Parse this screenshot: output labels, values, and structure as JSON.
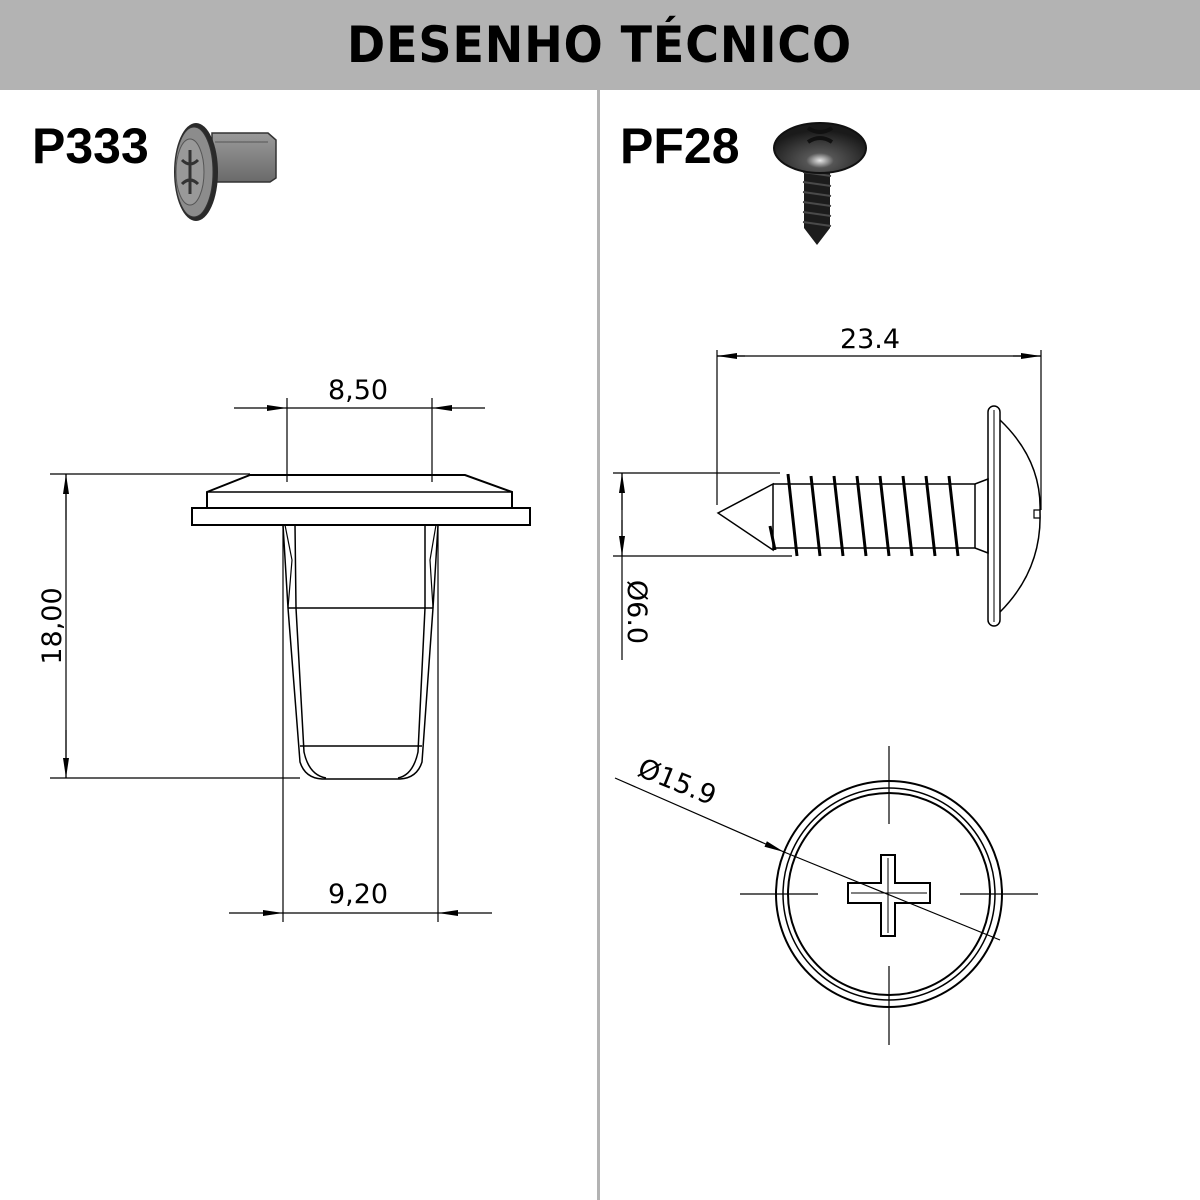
{
  "header": {
    "title": "DESENHO TÉCNICO",
    "background": "#b3b3b3"
  },
  "panels": [
    {
      "id": "left",
      "product_code": "P333",
      "thumbnail_icon": "push-nut-clip-icon",
      "dimensions": {
        "top_width": "8,50",
        "height": "18,00",
        "bottom_width": "9,20"
      }
    },
    {
      "id": "right",
      "product_code": "PF28",
      "thumbnail_icon": "phillips-screw-icon",
      "dimensions": {
        "length": "23.4",
        "thread_diameter": "Ø6.0",
        "head_diameter": "Ø15.9"
      }
    }
  ],
  "colors": {
    "divider": "#b3b3b3",
    "line": "#000000"
  }
}
